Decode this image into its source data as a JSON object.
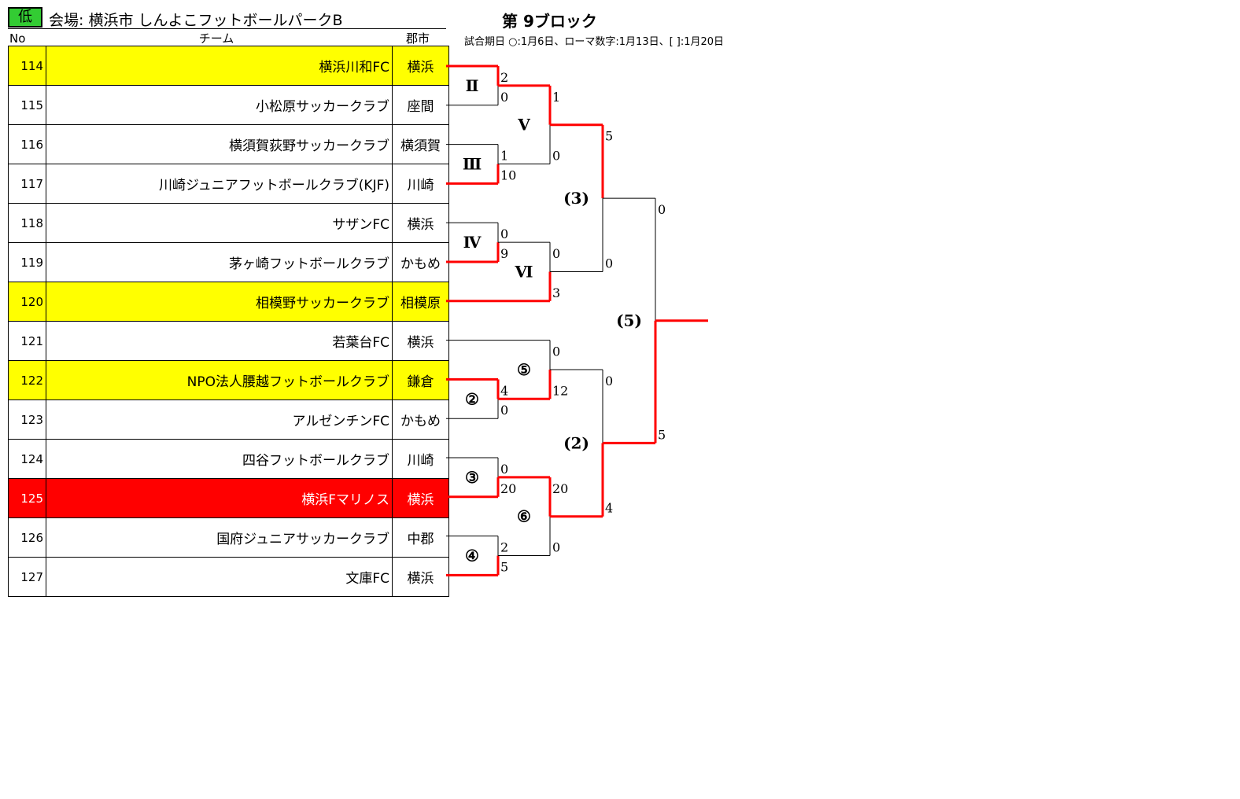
{
  "header": {
    "badge": "低",
    "venue": "会場: 横浜市  しんよこフットボールパークB",
    "block_title": "第 9ブロック",
    "note": "試合期日  ○:1月6日、ローマ数字:1月13日、[ ]:1月20日",
    "col_no": "No",
    "col_team": "チーム",
    "col_city": "郡市"
  },
  "colors": {
    "yellow": "#ffff00",
    "red": "#ff0000",
    "green": "#33cc33",
    "winner_line": "#ff0000"
  },
  "teams": [
    {
      "no": "114",
      "name": "横浜川和FC",
      "city": "横浜",
      "highlight": "yellow"
    },
    {
      "no": "115",
      "name": "小松原サッカークラブ",
      "city": "座間",
      "highlight": ""
    },
    {
      "no": "116",
      "name": "横須賀荻野サッカークラブ",
      "city": "横須賀",
      "highlight": ""
    },
    {
      "no": "117",
      "name": "川崎ジュニアフットボールクラブ(KJF)",
      "city": "川崎",
      "highlight": ""
    },
    {
      "no": "118",
      "name": "サザンFC",
      "city": "横浜",
      "highlight": ""
    },
    {
      "no": "119",
      "name": "茅ヶ崎フットボールクラブ",
      "city": "かもめ",
      "highlight": ""
    },
    {
      "no": "120",
      "name": "相模野サッカークラブ",
      "city": "相模原",
      "highlight": "yellow"
    },
    {
      "no": "121",
      "name": "若葉台FC",
      "city": "横浜",
      "highlight": ""
    },
    {
      "no": "122",
      "name": "NPO法人腰越フットボールクラブ",
      "city": "鎌倉",
      "highlight": "yellow"
    },
    {
      "no": "123",
      "name": "アルゼンチンFC",
      "city": "かもめ",
      "highlight": ""
    },
    {
      "no": "124",
      "name": "四谷フットボールクラブ",
      "city": "川崎",
      "highlight": ""
    },
    {
      "no": "125",
      "name": "横浜Fマリノス",
      "city": "横浜",
      "highlight": "red"
    },
    {
      "no": "126",
      "name": "国府ジュニアサッカークラブ",
      "city": "中郡",
      "highlight": ""
    },
    {
      "no": "127",
      "name": "文庫FC",
      "city": "横浜",
      "highlight": ""
    }
  ],
  "matches": [
    {
      "label": "Ⅱ",
      "scores": [
        "2",
        "0"
      ],
      "winner": 0
    },
    {
      "label": "Ⅲ",
      "scores": [
        "1",
        "10"
      ],
      "winner": 1
    },
    {
      "label": "Ⅳ",
      "scores": [
        "0",
        "9"
      ],
      "winner": 1
    },
    {
      "label": "②",
      "scores": [
        "4",
        "0"
      ],
      "winner": 0
    },
    {
      "label": "③",
      "scores": [
        "0",
        "20"
      ],
      "winner": 1
    },
    {
      "label": "④",
      "scores": [
        "2",
        "5"
      ],
      "winner": 1
    },
    {
      "label": "Ⅴ",
      "scores": [
        "1",
        "0"
      ],
      "winner": 0
    },
    {
      "label": "Ⅵ",
      "scores": [
        "0",
        "3"
      ],
      "winner": 1
    },
    {
      "label": "⑤",
      "scores": [
        "0",
        "12"
      ],
      "winner": 1
    },
    {
      "label": "⑥",
      "scores": [
        "20",
        "0"
      ],
      "winner": 0
    },
    {
      "label": "(3)",
      "scores": [
        "5",
        "0"
      ],
      "winner": 0
    },
    {
      "label": "(2)",
      "scores": [
        "0",
        "4"
      ],
      "winner": 1
    },
    {
      "label": "(5)",
      "scores": [
        "0",
        "5"
      ],
      "winner": 1
    }
  ]
}
